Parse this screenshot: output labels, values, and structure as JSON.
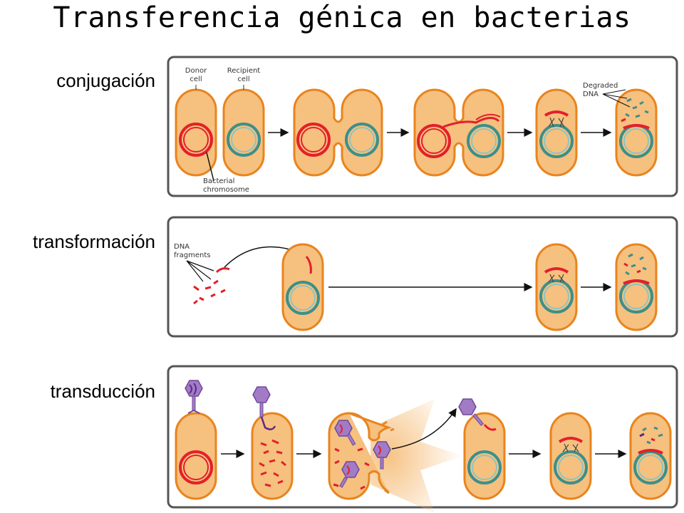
{
  "title": "Transferencia génica en bacterias",
  "rows": [
    {
      "label": "conjugación"
    },
    {
      "label": "transformación"
    },
    {
      "label": "transducción"
    }
  ],
  "annotations": {
    "donor_line1": "Donor",
    "donor_line2": "cell",
    "recipient_line1": "Recipient",
    "recipient_line2": "cell",
    "chromo_line1": "Bacterial",
    "chromo_line2": "chromosome",
    "degraded_line1": "Degraded",
    "degraded_line2": "DNA",
    "fragments_line1": "DNA",
    "fragments_line2": "fragments"
  },
  "colors": {
    "cell_fill": "#f6c07f",
    "cell_stroke": "#e8841e",
    "donor_dna": "#e3202a",
    "recipient_dna": "#3d8f8a",
    "phage": "#a27bc6",
    "panel_stroke": "#555555"
  }
}
